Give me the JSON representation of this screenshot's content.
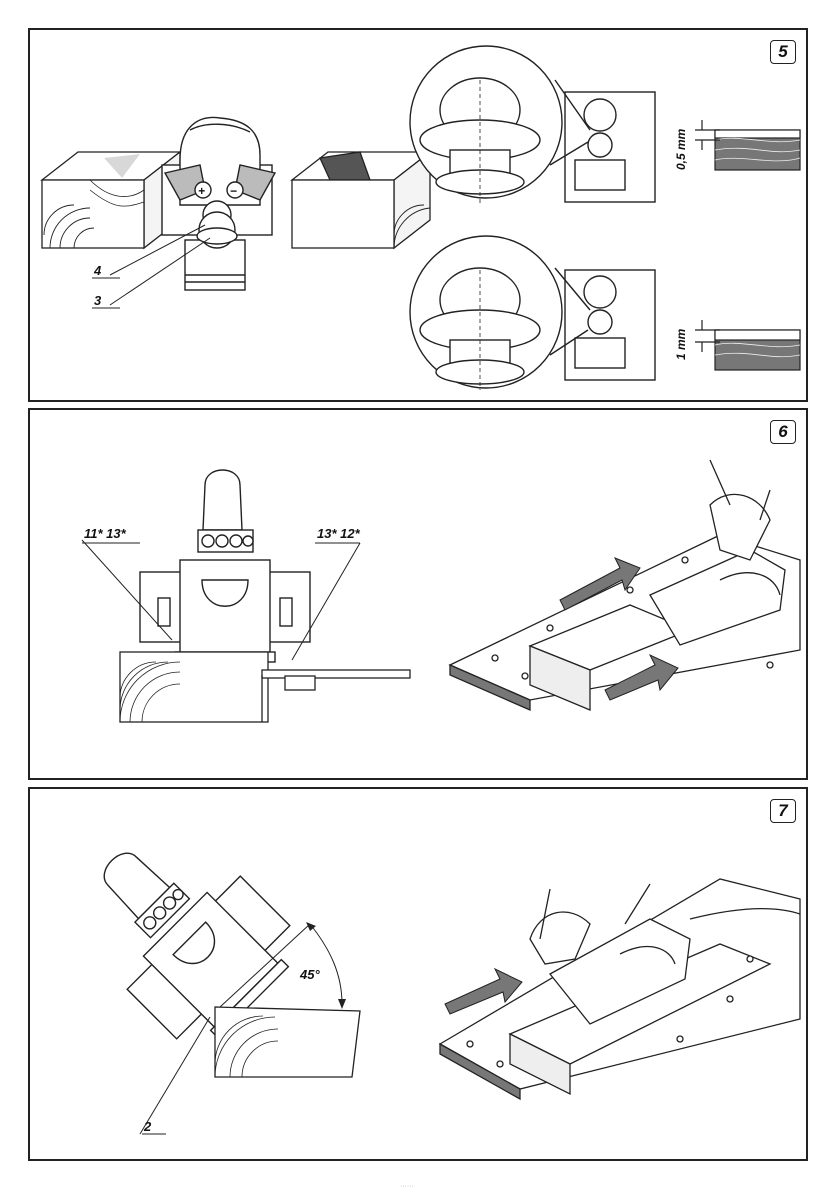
{
  "panels": [
    {
      "number": "5",
      "callouts": [
        "4",
        "3"
      ],
      "adjust_symbols": {
        "plus": "+",
        "minus": "−"
      },
      "depths": [
        "0,5 mm",
        "1 mm"
      ]
    },
    {
      "number": "6",
      "callouts": [
        "11* 13*",
        "13* 12*"
      ]
    },
    {
      "number": "7",
      "callouts": [
        "2"
      ],
      "angle": "45°"
    }
  ],
  "footer": "······"
}
